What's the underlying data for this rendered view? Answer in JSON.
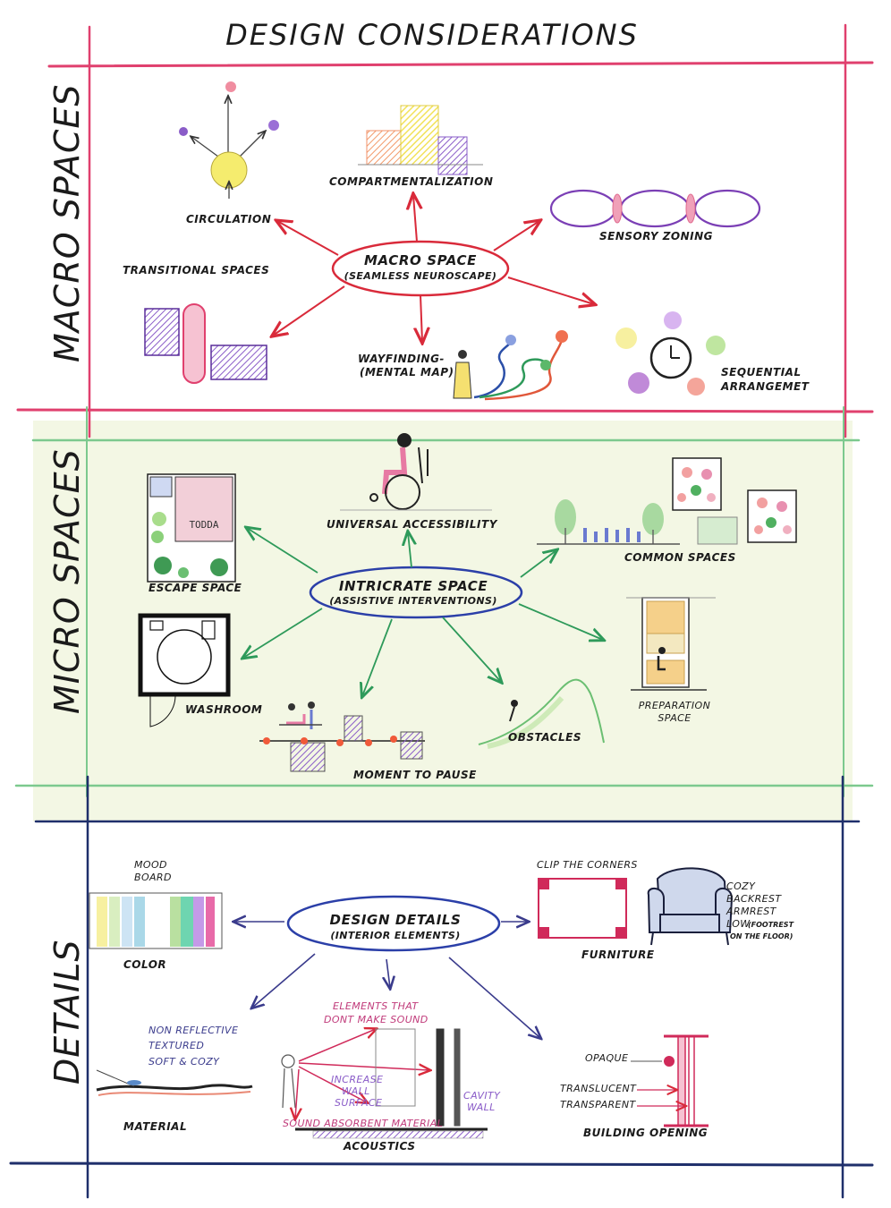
{
  "title": "DESIGN CONSIDERATIONS",
  "sections": {
    "macro": "MACRO SPACES",
    "micro": "MICRO SPACES",
    "details": "DETAILS"
  },
  "macro": {
    "hub_title": "MACRO SPACE",
    "hub_subtitle": "(SEAMLESS NEUROSCAPE)",
    "circulation": "CIRCULATION",
    "compartmentalization": "COMPARTMENTALIZATION",
    "sensory_zoning": "SENSORY ZONING",
    "transitional_spaces": "TRANSITIONAL SPACES",
    "wayfinding_1": "WAYFINDING-",
    "wayfinding_2": "(MENTAL MAP)",
    "sequential_1": "SEQUENTIAL",
    "sequential_2": "ARRANGEMET"
  },
  "micro": {
    "hub_title": "INTRICRATE SPACE",
    "hub_subtitle": "(ASSISTIVE INTERVENTIONS)",
    "universal_accessibility": "UNIVERSAL ACCESSIBILITY",
    "escape_space": "ESCAPE SPACE",
    "common_spaces": "COMMON SPACES",
    "washroom": "WASHROOM",
    "preparation_1": "PREPARATION",
    "preparation_2": "SPACE",
    "obstacles": "OBSTACLES",
    "moment_to_pause": "MOMENT TO PAUSE",
    "sign_text": "TODDA"
  },
  "details": {
    "hub_title": "DESIGN DETAILS",
    "hub_subtitle": "(INTERIOR ELEMENTS)",
    "mood_1": "MOOD",
    "mood_2": "BOARD",
    "color": "COLOR",
    "clip_corners": "CLIP THE CORNERS",
    "furniture": "FURNITURE",
    "cozy_1": "COZY",
    "cozy_2": "BACKREST",
    "cozy_3": "ARMREST",
    "cozy_4a": "LOW",
    "cozy_4b": "(FOOTREST",
    "cozy_5": "ON THE FLOOR)",
    "nonreflective_1": "NON REFLECTIVE",
    "nonreflective_2": "TEXTURED",
    "nonreflective_3": "SOFT & COZY",
    "material": "MATERIAL",
    "elements_1": "ELEMENTS THAT",
    "elements_2": "DONT MAKE SOUND",
    "increase_1": "INCREASE",
    "increase_2": "WALL",
    "increase_3": "SURFACE",
    "cavity_1": "CAVITY",
    "cavity_2": "WALL",
    "sound_absorbent": "SOUND ABSORBENT MATERIAL",
    "acoustics": "ACOUSTICS",
    "opaque": "OPAQUE",
    "translucent": "TRANSLUCENT",
    "transparent": "TRANSPARENT",
    "building_opening": "BUILDING OPENING"
  },
  "colors": {
    "macro_line": "#e0406e",
    "micro_line": "#7cc98e",
    "micro_fill": "#f3f7e4",
    "details_line": "#1f2f6b",
    "macro_arrow": "#d92a3a",
    "micro_arrow": "#2e9a5a",
    "details_arrow": "#3a3b8c",
    "purple": "#7b3fb5",
    "yellow": "#f5ec6e"
  }
}
